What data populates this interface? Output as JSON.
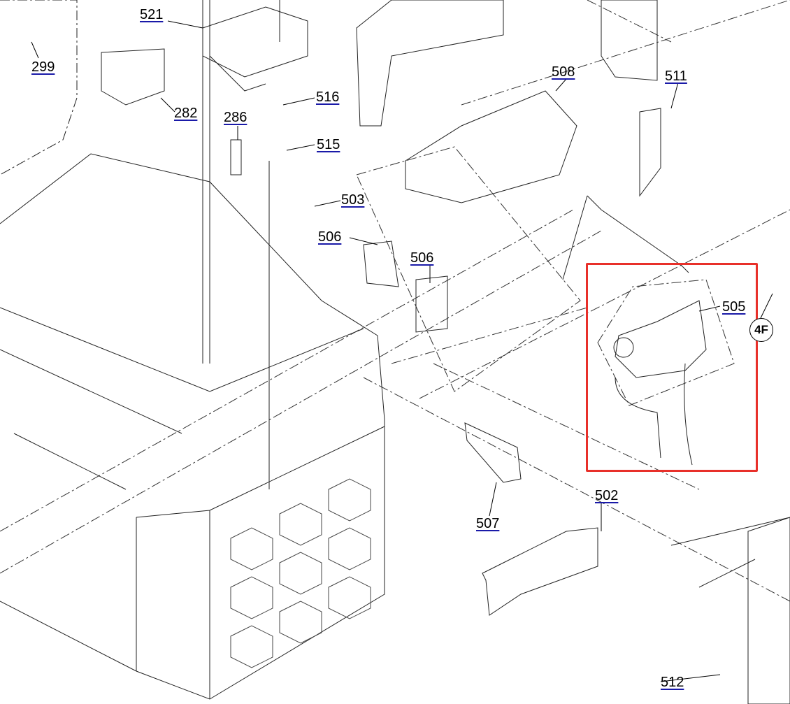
{
  "diagram": {
    "callouts": [
      {
        "id": "c521",
        "label": "521"
      },
      {
        "id": "c299",
        "label": "299"
      },
      {
        "id": "c282",
        "label": "282"
      },
      {
        "id": "c286",
        "label": "286"
      },
      {
        "id": "c516",
        "label": "516"
      },
      {
        "id": "c515",
        "label": "515"
      },
      {
        "id": "c508",
        "label": "508"
      },
      {
        "id": "c511",
        "label": "511"
      },
      {
        "id": "c503",
        "label": "503"
      },
      {
        "id": "c506a",
        "label": "506"
      },
      {
        "id": "c506b",
        "label": "506"
      },
      {
        "id": "c505",
        "label": "505"
      },
      {
        "id": "c507",
        "label": "507"
      },
      {
        "id": "c502",
        "label": "502"
      },
      {
        "id": "c512",
        "label": "512"
      }
    ],
    "connector_badge": "4F",
    "highlight_color": "#e8302a",
    "link_underline_color": "#1a1aa8"
  }
}
